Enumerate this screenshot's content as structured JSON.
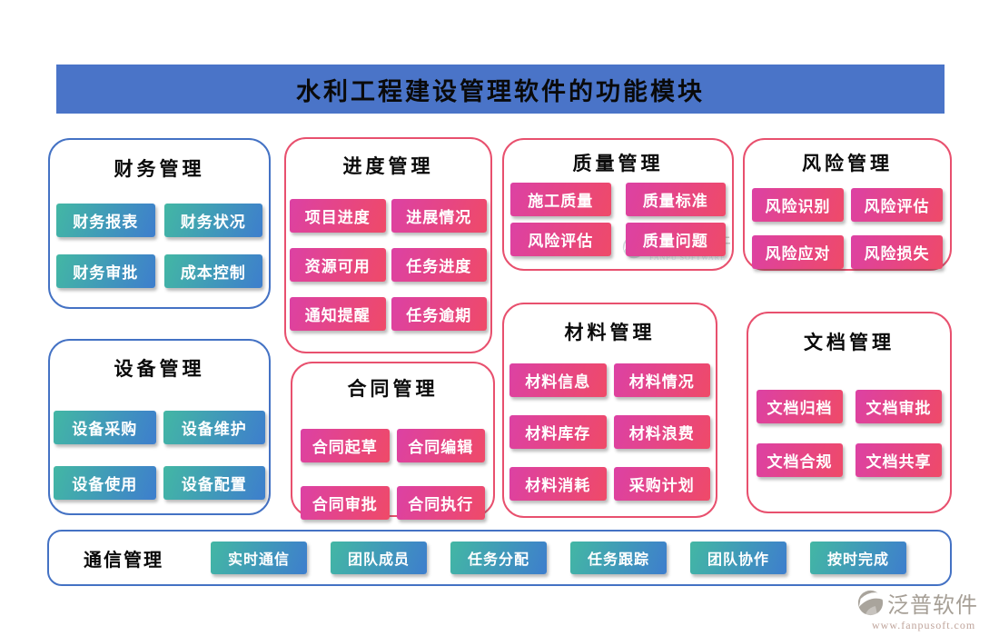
{
  "title": "水利工程建设管理软件的功能模块",
  "modules": [
    {
      "id": "finance",
      "name": "财务管理",
      "theme": "blue",
      "items": [
        "财务报表",
        "财务状况",
        "财务审批",
        "成本控制"
      ]
    },
    {
      "id": "progress",
      "name": "进度管理",
      "theme": "pink",
      "items": [
        "项目进度",
        "进展情况",
        "资源可用",
        "任务进度",
        "通知提醒",
        "任务逾期"
      ]
    },
    {
      "id": "quality",
      "name": "质量管理",
      "theme": "pink",
      "items": [
        "施工质量",
        "质量标准",
        "风险评估",
        "质量问题"
      ]
    },
    {
      "id": "risk",
      "name": "风险管理",
      "theme": "pink",
      "items": [
        "风险识别",
        "风险评估",
        "风险应对",
        "风险损失"
      ]
    },
    {
      "id": "equipment",
      "name": "设备管理",
      "theme": "blue",
      "items": [
        "设备采购",
        "设备维护",
        "设备使用",
        "设备配置"
      ]
    },
    {
      "id": "contract",
      "name": "合同管理",
      "theme": "pink",
      "items": [
        "合同起草",
        "合同编辑",
        "合同审批",
        "合同执行"
      ]
    },
    {
      "id": "material",
      "name": "材料管理",
      "theme": "pink",
      "items": [
        "材料信息",
        "材料情况",
        "材料库存",
        "材料浪费",
        "材料消耗",
        "采购计划"
      ]
    },
    {
      "id": "document",
      "name": "文档管理",
      "theme": "pink",
      "items": [
        "文档归档",
        "文档审批",
        "文档合规",
        "文档共享"
      ]
    }
  ],
  "communication": {
    "name": "通信管理",
    "theme": "blue",
    "items": [
      "实时通信",
      "团队成员",
      "任务分配",
      "任务跟踪",
      "团队协作",
      "按时完成"
    ]
  },
  "brand": {
    "name": "泛普软件",
    "name_en": "FANPU SOFTWARE",
    "url": "www.fanpusoft.com"
  },
  "colors": {
    "banner": "#4a74c8",
    "blue_border": "#4472c4",
    "pink_border": "#e8506e",
    "teal_grad_start": "#43b7a4",
    "teal_grad_end": "#3e7ecd",
    "pink_grad_start": "#dc41a4",
    "pink_grad_end": "#ef4a68"
  }
}
